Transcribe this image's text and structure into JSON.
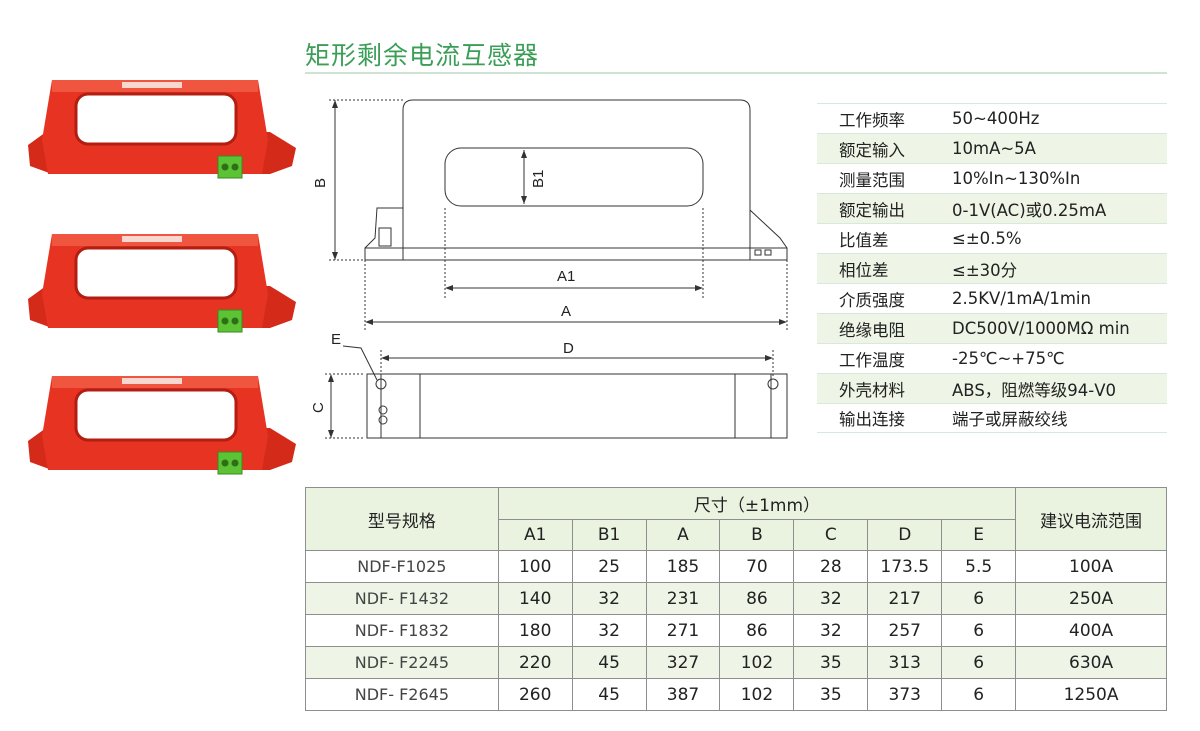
{
  "title": "矩形剩余电流互感器",
  "drawing": {
    "labels": {
      "A": "A",
      "A1": "A1",
      "B": "B",
      "B1": "B1",
      "C": "C",
      "D": "D",
      "E": "E"
    }
  },
  "specs": [
    {
      "label": "工作频率",
      "value": "50~400Hz"
    },
    {
      "label": "额定输入",
      "value": "10mA~5A"
    },
    {
      "label": "测量范围",
      "value": "10%In~130%In"
    },
    {
      "label": "额定输出",
      "value": "0-1V(AC)或0.25mA"
    },
    {
      "label": "比值差",
      "value": "≤±0.5%"
    },
    {
      "label": "相位差",
      "value": "≤±30分"
    },
    {
      "label": "介质强度",
      "value": "2.5KV/1mA/1min"
    },
    {
      "label": "绝缘电阻",
      "value": "DC500V/1000MΩ min"
    },
    {
      "label": "工作温度",
      "value": "-25℃~+75℃"
    },
    {
      "label": "外壳材料",
      "value": "ABS，阻燃等级94-V0"
    },
    {
      "label": "输出连接",
      "value": "端子或屏蔽绞线"
    }
  ],
  "table": {
    "model_header": "型号规格",
    "size_header": "尺寸（±1mm）",
    "range_header": "建议电流范围",
    "dim_headers": [
      "A1",
      "B1",
      "A",
      "B",
      "C",
      "D",
      "E"
    ],
    "rows": [
      {
        "model": "NDF-F1025",
        "dims": [
          "100",
          "25",
          "185",
          "70",
          "28",
          "173.5",
          "5.5"
        ],
        "range": "100A"
      },
      {
        "model": "NDF- F1432",
        "dims": [
          "140",
          "32",
          "231",
          "86",
          "32",
          "217",
          "6"
        ],
        "range": "250A"
      },
      {
        "model": "NDF- F1832",
        "dims": [
          "180",
          "32",
          "271",
          "86",
          "32",
          "257",
          "6"
        ],
        "range": "400A"
      },
      {
        "model": "NDF- F2245",
        "dims": [
          "220",
          "45",
          "327",
          "102",
          "35",
          "313",
          "6"
        ],
        "range": "630A"
      },
      {
        "model": "NDF- F2645",
        "dims": [
          "260",
          "45",
          "387",
          "102",
          "35",
          "373",
          "6"
        ],
        "range": "1250A"
      }
    ]
  }
}
